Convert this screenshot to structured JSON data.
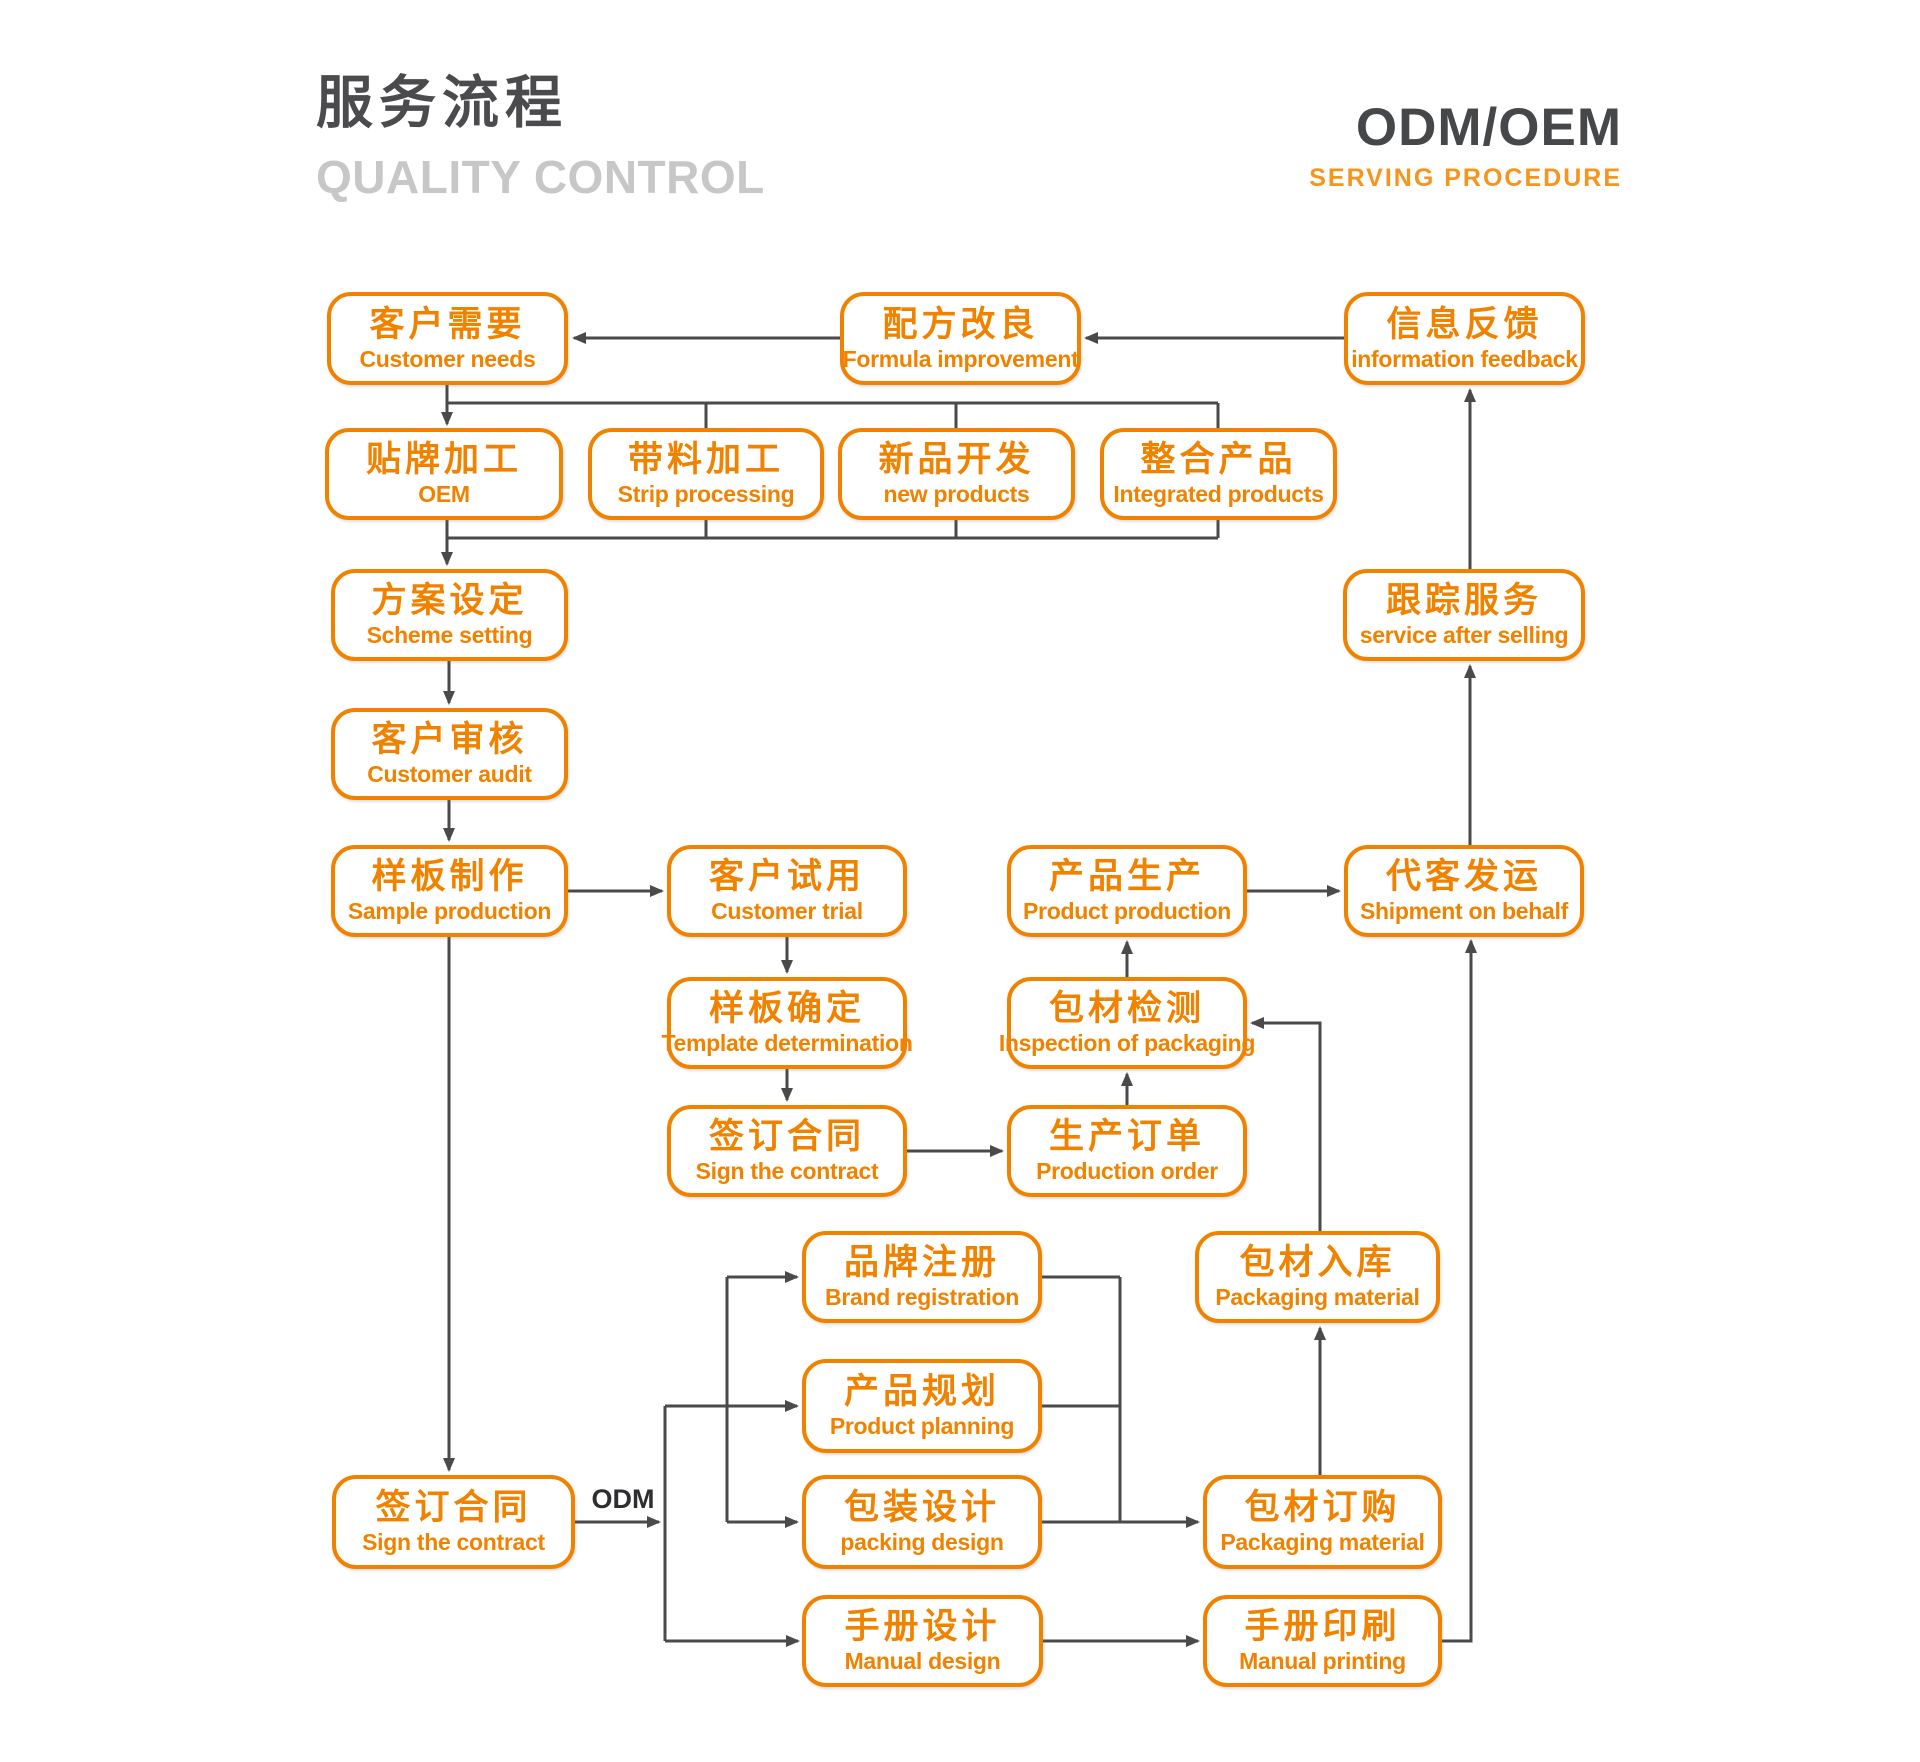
{
  "header": {
    "title_cn": "服务流程",
    "title_en": "QUALITY CONTROL",
    "right_title": "ODM/OEM",
    "right_subtitle": "SERVING PROCEDURE"
  },
  "edge_labels": {
    "odm": "ODM"
  },
  "colors": {
    "accent": "#F08200",
    "line": "#4A4A4C",
    "title": "#4B4B4D",
    "muted": "#C7C7C7",
    "right_title": "#454749",
    "serving": "#F7941E",
    "edge_label": "#2E2E30"
  },
  "nodes": {
    "customer_needs": {
      "cn": "客户需要",
      "en": "Customer needs"
    },
    "formula_improvement": {
      "cn": "配方改良",
      "en": "Formula improvement"
    },
    "information_feedback": {
      "cn": "信息反馈",
      "en": "information feedback"
    },
    "oem_processing": {
      "cn": "贴牌加工",
      "en": "OEM"
    },
    "strip_processing": {
      "cn": "带料加工",
      "en": "Strip processing"
    },
    "new_products": {
      "cn": "新品开发",
      "en": "new products"
    },
    "integrated_products": {
      "cn": "整合产品",
      "en": "Integrated products"
    },
    "scheme_setting": {
      "cn": "方案设定",
      "en": "Scheme setting"
    },
    "service_after_selling": {
      "cn": "跟踪服务",
      "en": "service after selling"
    },
    "customer_audit": {
      "cn": "客户审核",
      "en": "Customer audit"
    },
    "sample_production": {
      "cn": "样板制作",
      "en": "Sample production"
    },
    "customer_trial": {
      "cn": "客户试用",
      "en": "Customer trial"
    },
    "product_production": {
      "cn": "产品生产",
      "en": "Product production"
    },
    "shipment_on_behalf": {
      "cn": "代客发运",
      "en": "Shipment on behalf"
    },
    "template_determination": {
      "cn": "样板确定",
      "en": "Template determination"
    },
    "inspection_of_packaging": {
      "cn": "包材检测",
      "en": "Inspection of packaging"
    },
    "sign_contract_sample": {
      "cn": "签订合同",
      "en": "Sign the contract"
    },
    "production_order": {
      "cn": "生产订单",
      "en": "Production order"
    },
    "brand_registration": {
      "cn": "品牌注册",
      "en": "Brand registration"
    },
    "packaging_warehousing": {
      "cn": "包材入库",
      "en": "Packaging material"
    },
    "product_planning": {
      "cn": "产品规划",
      "en": "Product planning"
    },
    "sign_contract_odm": {
      "cn": "签订合同",
      "en": "Sign the contract"
    },
    "packing_design": {
      "cn": "包装设计",
      "en": "packing design"
    },
    "packaging_ordering": {
      "cn": "包材订购",
      "en": "Packaging material"
    },
    "manual_design": {
      "cn": "手册设计",
      "en": "Manual design"
    },
    "manual_printing": {
      "cn": "手册印刷",
      "en": "Manual printing"
    }
  }
}
